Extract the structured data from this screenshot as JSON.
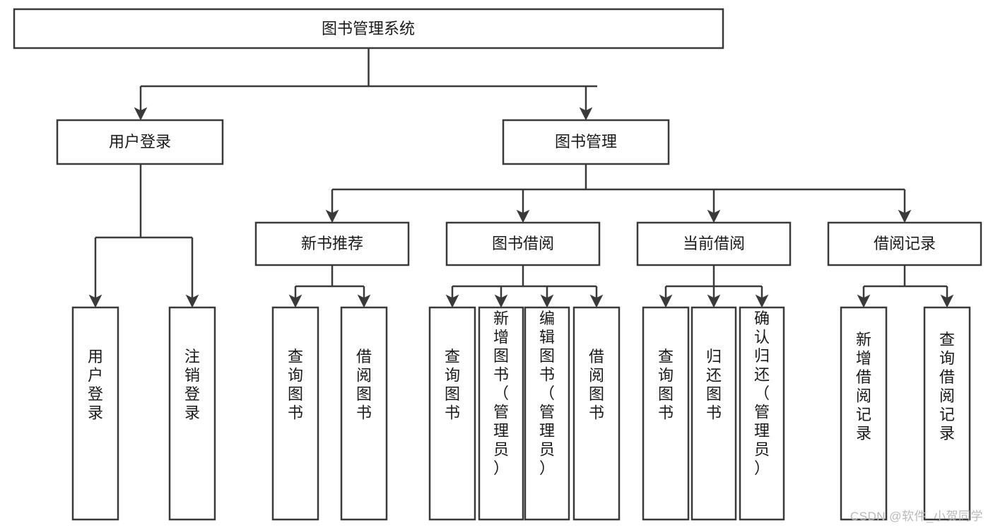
{
  "diagram": {
    "type": "tree-hierarchy-chart",
    "title": "图书管理系统",
    "orientation": "top-down",
    "colors": {
      "box_fill": "#ffffff",
      "box_stroke": "#3a3a3a",
      "text": "#1a1a1a",
      "watermark": "#b8b8b8",
      "background": "#ffffff"
    },
    "levels": [
      {
        "level": 0,
        "nodes": [
          {
            "id": "root",
            "label": "图书管理系统",
            "orientation": "horizontal"
          }
        ]
      },
      {
        "level": 1,
        "nodes": [
          {
            "id": "login",
            "label": "用户登录",
            "orientation": "horizontal",
            "parent": "root"
          },
          {
            "id": "bookmgmt",
            "label": "图书管理",
            "orientation": "horizontal",
            "parent": "root"
          }
        ]
      },
      {
        "level": 2,
        "nodes": [
          {
            "id": "newbook",
            "label": "新书推荐",
            "orientation": "horizontal",
            "parent": "bookmgmt"
          },
          {
            "id": "borrow",
            "label": "图书借阅",
            "orientation": "horizontal",
            "parent": "bookmgmt"
          },
          {
            "id": "current",
            "label": "当前借阅",
            "orientation": "horizontal",
            "parent": "bookmgmt"
          },
          {
            "id": "record",
            "label": "借阅记录",
            "orientation": "horizontal",
            "parent": "bookmgmt"
          }
        ]
      },
      {
        "level": 3,
        "nodes": [
          {
            "id": "leaf1",
            "label": "用户登录",
            "orientation": "vertical",
            "parent": "login"
          },
          {
            "id": "leaf2",
            "label": "注销登录",
            "orientation": "vertical",
            "parent": "login"
          },
          {
            "id": "leaf3",
            "label": "查询图书",
            "orientation": "vertical",
            "parent": "newbook"
          },
          {
            "id": "leaf4",
            "label": "借阅图书",
            "orientation": "vertical",
            "parent": "newbook"
          },
          {
            "id": "leaf5",
            "label": "查询图书",
            "orientation": "vertical",
            "parent": "borrow"
          },
          {
            "id": "leaf6",
            "label": "新增图书（管理员）",
            "orientation": "vertical",
            "parent": "borrow"
          },
          {
            "id": "leaf7",
            "label": "编辑图书（管理员）",
            "orientation": "vertical",
            "parent": "borrow"
          },
          {
            "id": "leaf8",
            "label": "借阅图书",
            "orientation": "vertical",
            "parent": "borrow"
          },
          {
            "id": "leaf9",
            "label": "查询图书",
            "orientation": "vertical",
            "parent": "current"
          },
          {
            "id": "leaf10",
            "label": "归还图书",
            "orientation": "vertical",
            "parent": "current"
          },
          {
            "id": "leaf11",
            "label": "确认归还（管理员）",
            "orientation": "vertical",
            "parent": "current"
          },
          {
            "id": "leaf12",
            "label": "新增借阅记录",
            "orientation": "vertical",
            "parent": "record"
          },
          {
            "id": "leaf13",
            "label": "查询借阅记录",
            "orientation": "vertical",
            "parent": "record"
          }
        ]
      }
    ]
  },
  "watermark": {
    "text": "CSDN @软件_小贺同学"
  }
}
